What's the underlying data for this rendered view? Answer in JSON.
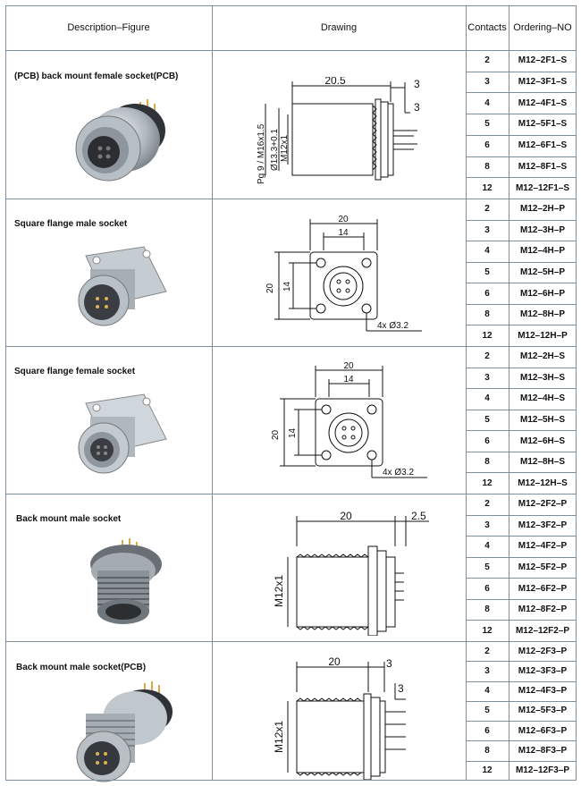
{
  "header": {
    "description": "Description–Figure",
    "drawing": "Drawing",
    "contacts": "Contacts",
    "ordering": "Ordering–NO"
  },
  "sections": [
    {
      "description": "(PCB)  back mount female socket(PCB)",
      "drawing_labels": [
        "20.5",
        "3",
        "3",
        "Pg 9 / M16x1.5",
        "Ø13.3+0.1",
        "M12x1"
      ],
      "rows": [
        {
          "contacts": "2",
          "ordering": "M12–2F1–S"
        },
        {
          "contacts": "3",
          "ordering": "M12–3F1–S"
        },
        {
          "contacts": "4",
          "ordering": "M12–4F1–S"
        },
        {
          "contacts": "5",
          "ordering": "M12–5F1–S"
        },
        {
          "contacts": "6",
          "ordering": "M12–6F1–S"
        },
        {
          "contacts": "8",
          "ordering": "M12–8F1–S"
        },
        {
          "contacts": "12",
          "ordering": "M12–12F1–S"
        }
      ]
    },
    {
      "description": "Square flange male socket",
      "drawing_labels": [
        "20",
        "14",
        "20",
        "14",
        "4x Ø3.2"
      ],
      "rows": [
        {
          "contacts": "2",
          "ordering": "M12–2H–P"
        },
        {
          "contacts": "3",
          "ordering": "M12–3H–P"
        },
        {
          "contacts": "4",
          "ordering": "M12–4H–P"
        },
        {
          "contacts": "5",
          "ordering": "M12–5H–P"
        },
        {
          "contacts": "6",
          "ordering": "M12–6H–P"
        },
        {
          "contacts": "8",
          "ordering": "M12–8H–P"
        },
        {
          "contacts": "12",
          "ordering": "M12–12H–P"
        }
      ]
    },
    {
      "description": "Square flange female socket",
      "drawing_labels": [
        "20",
        "14",
        "20",
        "14",
        "4x Ø3.2"
      ],
      "rows": [
        {
          "contacts": "2",
          "ordering": "M12–2H–S"
        },
        {
          "contacts": "3",
          "ordering": "M12–3H–S"
        },
        {
          "contacts": "4",
          "ordering": "M12–4H–S"
        },
        {
          "contacts": "5",
          "ordering": "M12–5H–S"
        },
        {
          "contacts": "6",
          "ordering": "M12–6H–S"
        },
        {
          "contacts": "8",
          "ordering": "M12–8H–S"
        },
        {
          "contacts": "12",
          "ordering": "M12–12H–S"
        }
      ]
    },
    {
      "description": "Back mount male socket",
      "drawing_labels": [
        "20",
        "2.5",
        "M12x1"
      ],
      "rows": [
        {
          "contacts": "2",
          "ordering": "M12–2F2–P"
        },
        {
          "contacts": "3",
          "ordering": "M12–3F2–P"
        },
        {
          "contacts": "4",
          "ordering": "M12–4F2–P"
        },
        {
          "contacts": "5",
          "ordering": "M12–5F2–P"
        },
        {
          "contacts": "6",
          "ordering": "M12–6F2–P"
        },
        {
          "contacts": "8",
          "ordering": "M12–8F2–P"
        },
        {
          "contacts": "12",
          "ordering": "M12–12F2–P"
        }
      ]
    },
    {
      "description": "Back mount male socket(PCB)",
      "drawing_labels": [
        "20",
        "3",
        "3",
        "M12x1"
      ],
      "rows": [
        {
          "contacts": "2",
          "ordering": "M12–2F3–P"
        },
        {
          "contacts": "3",
          "ordering": "M12–3F3–P"
        },
        {
          "contacts": "4",
          "ordering": "M12–4F3–P"
        },
        {
          "contacts": "5",
          "ordering": "M12–5F3–P"
        },
        {
          "contacts": "6",
          "ordering": "M12–6F3–P"
        },
        {
          "contacts": "8",
          "ordering": "M12–8F3–P"
        },
        {
          "contacts": "12",
          "ordering": "M12–12F3–P"
        }
      ]
    }
  ]
}
